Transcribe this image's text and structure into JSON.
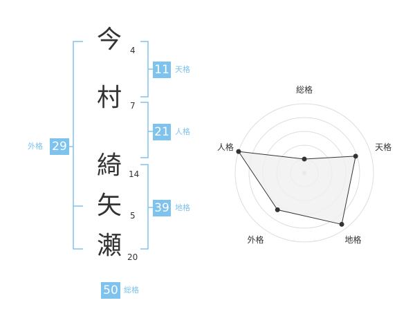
{
  "name_chars": [
    {
      "char": "今",
      "strokes": "4"
    },
    {
      "char": "村",
      "strokes": "7"
    },
    {
      "char": "綺",
      "strokes": "14"
    },
    {
      "char": "矢",
      "strokes": "5"
    },
    {
      "char": "瀬",
      "strokes": "20"
    }
  ],
  "fortunes": {
    "tenkaku": {
      "value": "11",
      "label": "天格"
    },
    "jinkaku": {
      "value": "21",
      "label": "人格"
    },
    "chikaku": {
      "value": "39",
      "label": "地格"
    },
    "gaikaku": {
      "value": "29",
      "label": "外格"
    },
    "soukaku": {
      "value": "50",
      "label": "総格"
    }
  },
  "radar": {
    "axes": [
      "総格",
      "天格",
      "地格",
      "外格",
      "人格"
    ],
    "levels": [
      0.2,
      0.78,
      0.92,
      0.66,
      1.0
    ],
    "colors": {
      "grid": "#dddddd",
      "fill": "#f0f0f0",
      "line": "#333333",
      "point": "#333333"
    }
  },
  "colors": {
    "accent": "#7ec2ee",
    "text": "#333333"
  }
}
